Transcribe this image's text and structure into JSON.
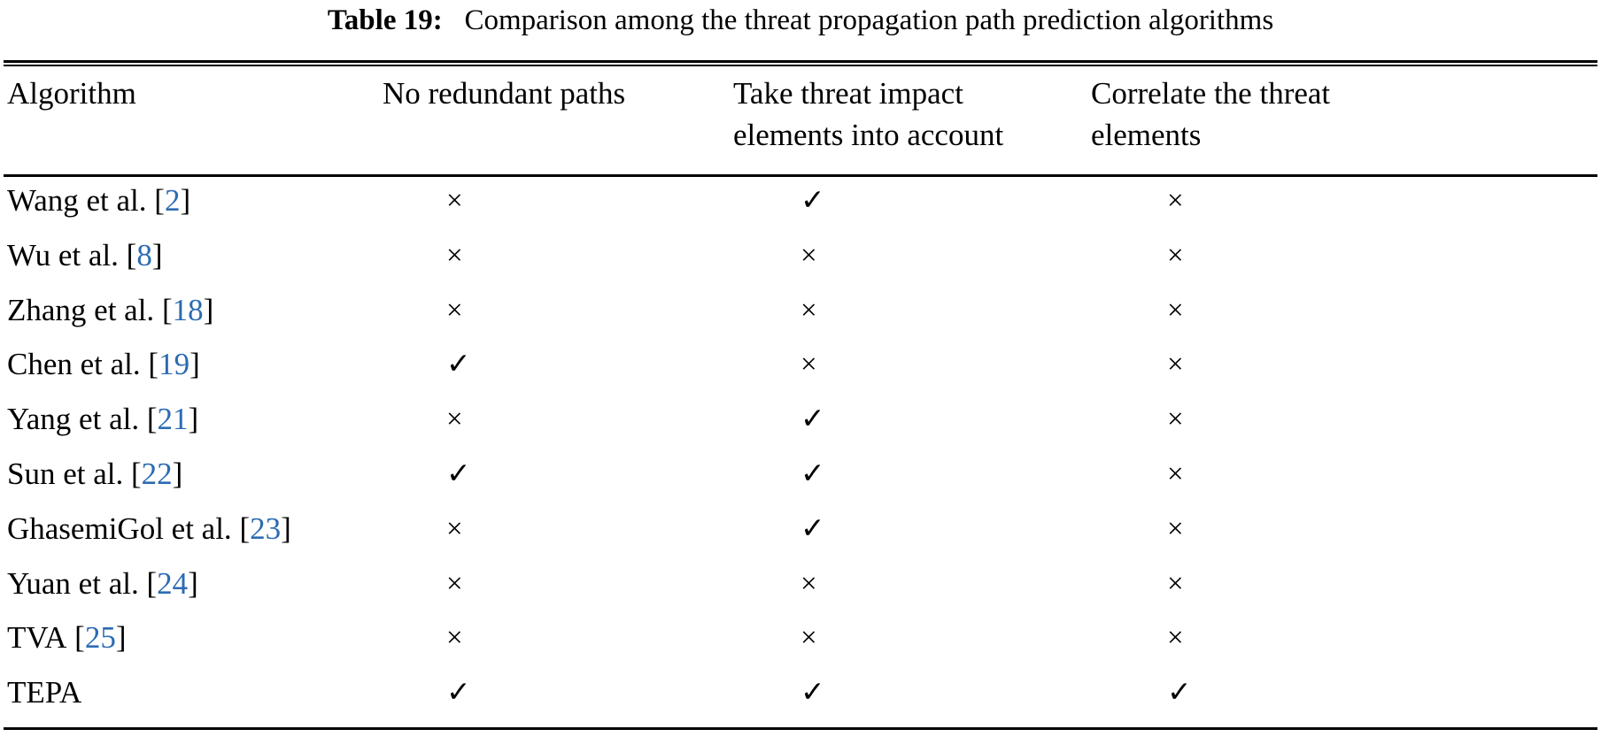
{
  "caption": {
    "label": "Table 19:",
    "text": "Comparison among the threat propagation path prediction algorithms"
  },
  "colors": {
    "citation": "#2c6bb3",
    "text": "#000000",
    "rule": "#000000",
    "background": "#ffffff"
  },
  "symbols": {
    "check": "✓",
    "cross": "×"
  },
  "table": {
    "headers": [
      {
        "line1": "Algorithm",
        "line2": ""
      },
      {
        "line1": "No redundant paths",
        "line2": ""
      },
      {
        "line1": "Take threat impact",
        "line2": "elements into account"
      },
      {
        "line1": "Correlate the threat",
        "line2": "elements"
      }
    ],
    "rows": [
      {
        "name": "Wang et al.",
        "open": "[",
        "cite": "2",
        "close": "]",
        "no_redundant_paths": "×",
        "threat_impact_elements": "✓",
        "correlate_threat_elements": "×"
      },
      {
        "name": "Wu et al.",
        "open": "[",
        "cite": "8",
        "close": "]",
        "no_redundant_paths": "×",
        "threat_impact_elements": "×",
        "correlate_threat_elements": "×"
      },
      {
        "name": "Zhang et al.",
        "open": "[",
        "cite": "18",
        "close": "]",
        "no_redundant_paths": "×",
        "threat_impact_elements": "×",
        "correlate_threat_elements": "×"
      },
      {
        "name": "Chen et al.",
        "open": "[",
        "cite": "19",
        "close": "]",
        "no_redundant_paths": "✓",
        "threat_impact_elements": "×",
        "correlate_threat_elements": "×"
      },
      {
        "name": "Yang et al.",
        "open": "[",
        "cite": "21",
        "close": "]",
        "no_redundant_paths": "×",
        "threat_impact_elements": "✓",
        "correlate_threat_elements": "×"
      },
      {
        "name": "Sun et al.",
        "open": "[",
        "cite": "22",
        "close": "]",
        "no_redundant_paths": "✓",
        "threat_impact_elements": "✓",
        "correlate_threat_elements": "×"
      },
      {
        "name": "GhasemiGol et al.",
        "open": "[",
        "cite": "23",
        "close": "]",
        "no_redundant_paths": "×",
        "threat_impact_elements": "✓",
        "correlate_threat_elements": "×"
      },
      {
        "name": "Yuan et al.",
        "open": "[",
        "cite": "24",
        "close": "]",
        "no_redundant_paths": "×",
        "threat_impact_elements": "×",
        "correlate_threat_elements": "×"
      },
      {
        "name": "TVA",
        "open": "[",
        "cite": "25",
        "close": "]",
        "no_redundant_paths": "×",
        "threat_impact_elements": "×",
        "correlate_threat_elements": "×"
      },
      {
        "name": "TEPA",
        "open": "",
        "cite": "",
        "close": "",
        "no_redundant_paths": "✓",
        "threat_impact_elements": "✓",
        "correlate_threat_elements": "✓"
      }
    ]
  }
}
